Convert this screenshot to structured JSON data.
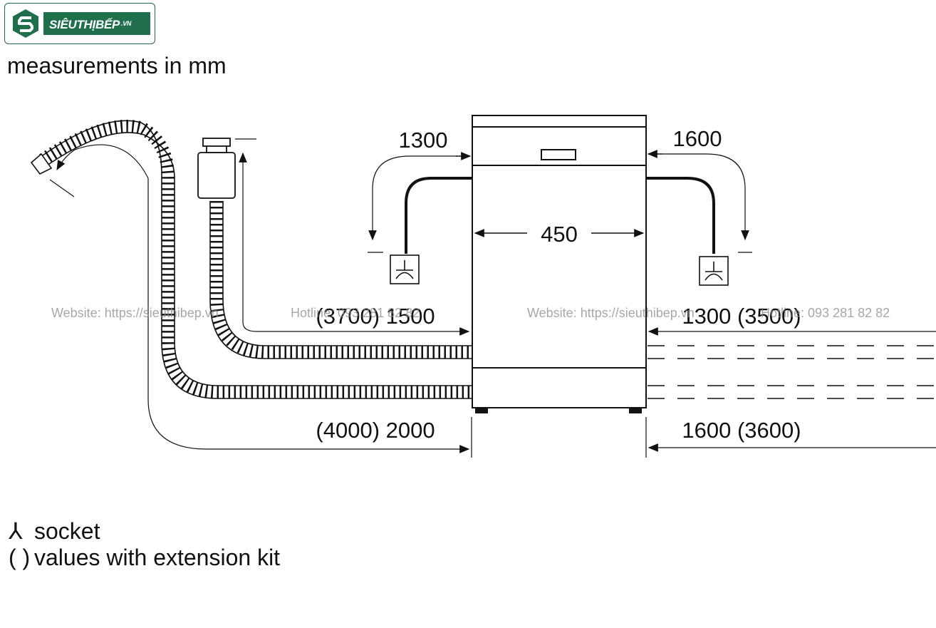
{
  "brand": {
    "name": "SIÊUTHỊBẾP",
    "suffix": ".VN",
    "colors": {
      "primary": "#1f6e4c",
      "accent": "#2a8c5f"
    }
  },
  "units_label": "measurements in mm",
  "dimensions": {
    "left_socket_distance": "1300",
    "right_socket_distance": "1600",
    "width": "450",
    "left_upper_hose": "(3700) 1500",
    "right_upper_hose": "1300 (3500)",
    "left_lower_hose": "(4000) 2000",
    "right_lower_hose": "1600 (3600)"
  },
  "watermarks": {
    "website_left": "Website: https://sieuthibep.vn",
    "hotline_left": "Hotline: 093 281 82 82",
    "website_right": "Website: https://sieuthibep.vn",
    "hotline_right": "Hotline: 093 281 82 82"
  },
  "legend": {
    "socket_symbol": "⅄",
    "socket_label": "socket",
    "extension_symbol": "( )",
    "extension_label": "values with extension kit"
  }
}
